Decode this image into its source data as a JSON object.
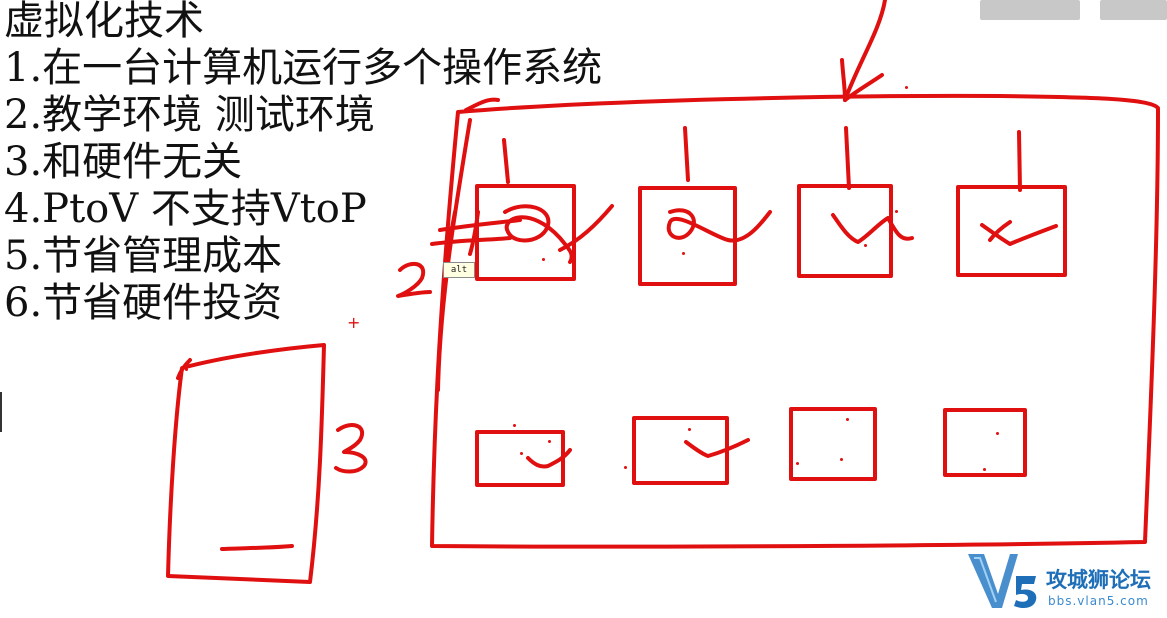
{
  "colors": {
    "ink": "#e01010",
    "text": "#111111",
    "watermark": "#1f6fb8",
    "background": "#ffffff"
  },
  "notes": {
    "lines": [
      "虚拟化技术",
      "1.在一台计算机运行多个操作系统",
      "2.教学环境 测试环境",
      "3.和硬件无关",
      "4.PtoV  不支持VtoP",
      "5.节省管理成本",
      "6.节省硬件投资"
    ]
  },
  "annotations": {
    "label_2": "2",
    "label_3": "3",
    "hash_sign": "#",
    "tooltip": "alt",
    "cursor": "+"
  },
  "watermark": {
    "mark": "V5",
    "name": "攻城狮论坛",
    "url": "bbs.vlan5.com"
  },
  "icons": {
    "watermark_logo": "v5-logo-icon",
    "cursor": "crosshair-icon"
  }
}
